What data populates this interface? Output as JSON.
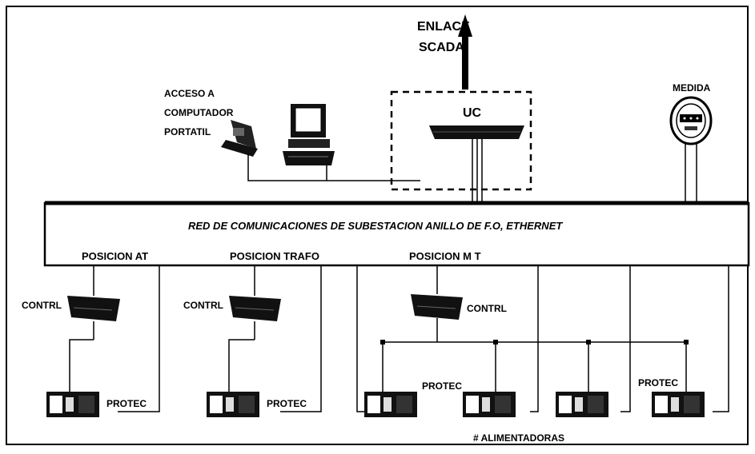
{
  "scada": {
    "line1": "ENLACE",
    "line2": "SCADA"
  },
  "uc_label": "UC",
  "laptop_label": {
    "line1": "ACCESO A",
    "line2": "COMPUTADOR",
    "line3": "PORTATIL"
  },
  "meter_label": "MEDIDA",
  "bus_label": "RED DE COMUNICACIONES DE SUBESTACION  ANILLO  DE  F.O, ETHERNET",
  "positions": {
    "at": "POSICION  AT",
    "trafo": "POSICION TRAFO",
    "mt": "POSICION M T"
  },
  "control_label": "CONTRL",
  "protection_label": "PROTEC",
  "feeders_label": "# ALIMENTADORAS"
}
